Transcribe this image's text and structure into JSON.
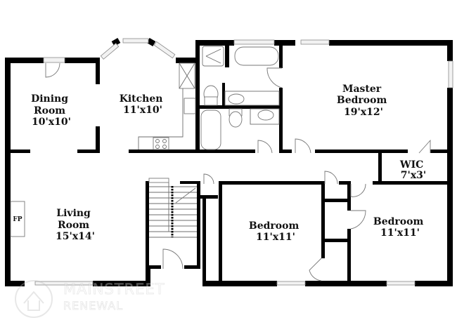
{
  "floor_plan": {
    "rooms": [
      {
        "id": "dining",
        "name_line1": "Dining",
        "name_line2": "Room",
        "size": "10'x10'"
      },
      {
        "id": "kitchen",
        "name_line1": "Kitchen",
        "size": "11'x10'"
      },
      {
        "id": "master",
        "name_line1": "Master",
        "name_line2": "Bedroom",
        "size": "19'x12'"
      },
      {
        "id": "wic",
        "name_line1": "WIC",
        "size": "7'x3'"
      },
      {
        "id": "living",
        "name_line1": "Living",
        "name_line2": "Room",
        "size": "15'x14'"
      },
      {
        "id": "bedroom2",
        "name_line1": "Bedroom",
        "size": "11'x11'"
      },
      {
        "id": "bedroom3",
        "name_line1": "Bedroom",
        "size": "11'x11'"
      }
    ],
    "fixtures": {
      "fireplace_label": "FP"
    }
  },
  "watermark": {
    "line1": "MAINSTREET",
    "line2": "RENEWAL"
  }
}
